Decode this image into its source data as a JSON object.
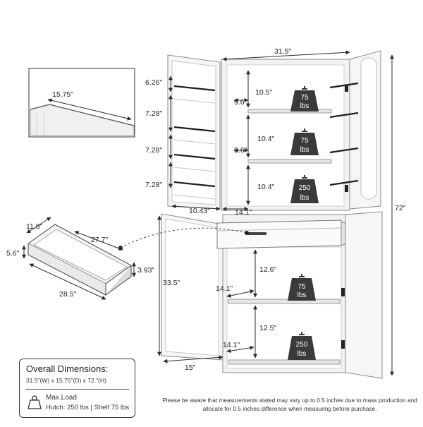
{
  "colors": {
    "line": "#2b2b2b",
    "cabinet": "#f3f3f3",
    "weight": "#3a3a3a",
    "accent": "#111111"
  },
  "hutch_dims": {
    "width": "31.5\"",
    "height": "72\"",
    "door_shelf_1": "6.26\"",
    "door_shelf_2": "7.28\"",
    "door_shelf_3": "7.28\"",
    "door_shelf_4": "7.28\"",
    "shelf_gap_1": "10.5\"",
    "shelf_gap_2": "10.4\"",
    "shelf_gap_3": "10.4\"",
    "inner_depth_1": "9.6\"",
    "inner_depth_2": "9.6\"",
    "door_width": "10.43\"",
    "inner_width": "14.1\""
  },
  "base_dims": {
    "height": "33.5\"",
    "depth": "15\"",
    "gap_upper": "12.6\"",
    "gap_lower": "12.5\"",
    "depth_upper": "14.1\"",
    "depth_lower": "14.1\""
  },
  "weights": {
    "w1": {
      "value": "75",
      "unit": "lbs"
    },
    "w2": {
      "value": "75",
      "unit": "lbs"
    },
    "w3": {
      "value": "250",
      "unit": "lbs"
    },
    "w4": {
      "value": "75",
      "unit": "lbs"
    },
    "w5": {
      "value": "250",
      "unit": "lbs"
    }
  },
  "top_detail": {
    "depth": "15.75\""
  },
  "drawer_detail": {
    "depth": "11.8\"",
    "width": "27.7\"",
    "height": "5.6\"",
    "outer_height": "3.93\"",
    "length": "28.5\""
  },
  "overall": {
    "title": "Overall Dimensions:",
    "size": "31.5\"(W) x 15.75\"(D) x 72.\"(H)",
    "max_load_label": "Max.Load",
    "max_load_value": "Hutch: 250 lbs | Shelf 75 lbs"
  },
  "note": "Please be aware that measurements stated may vary up to 0.5 inches due to mass production and allocate for 0.5 inches difference when measuring before purchase."
}
